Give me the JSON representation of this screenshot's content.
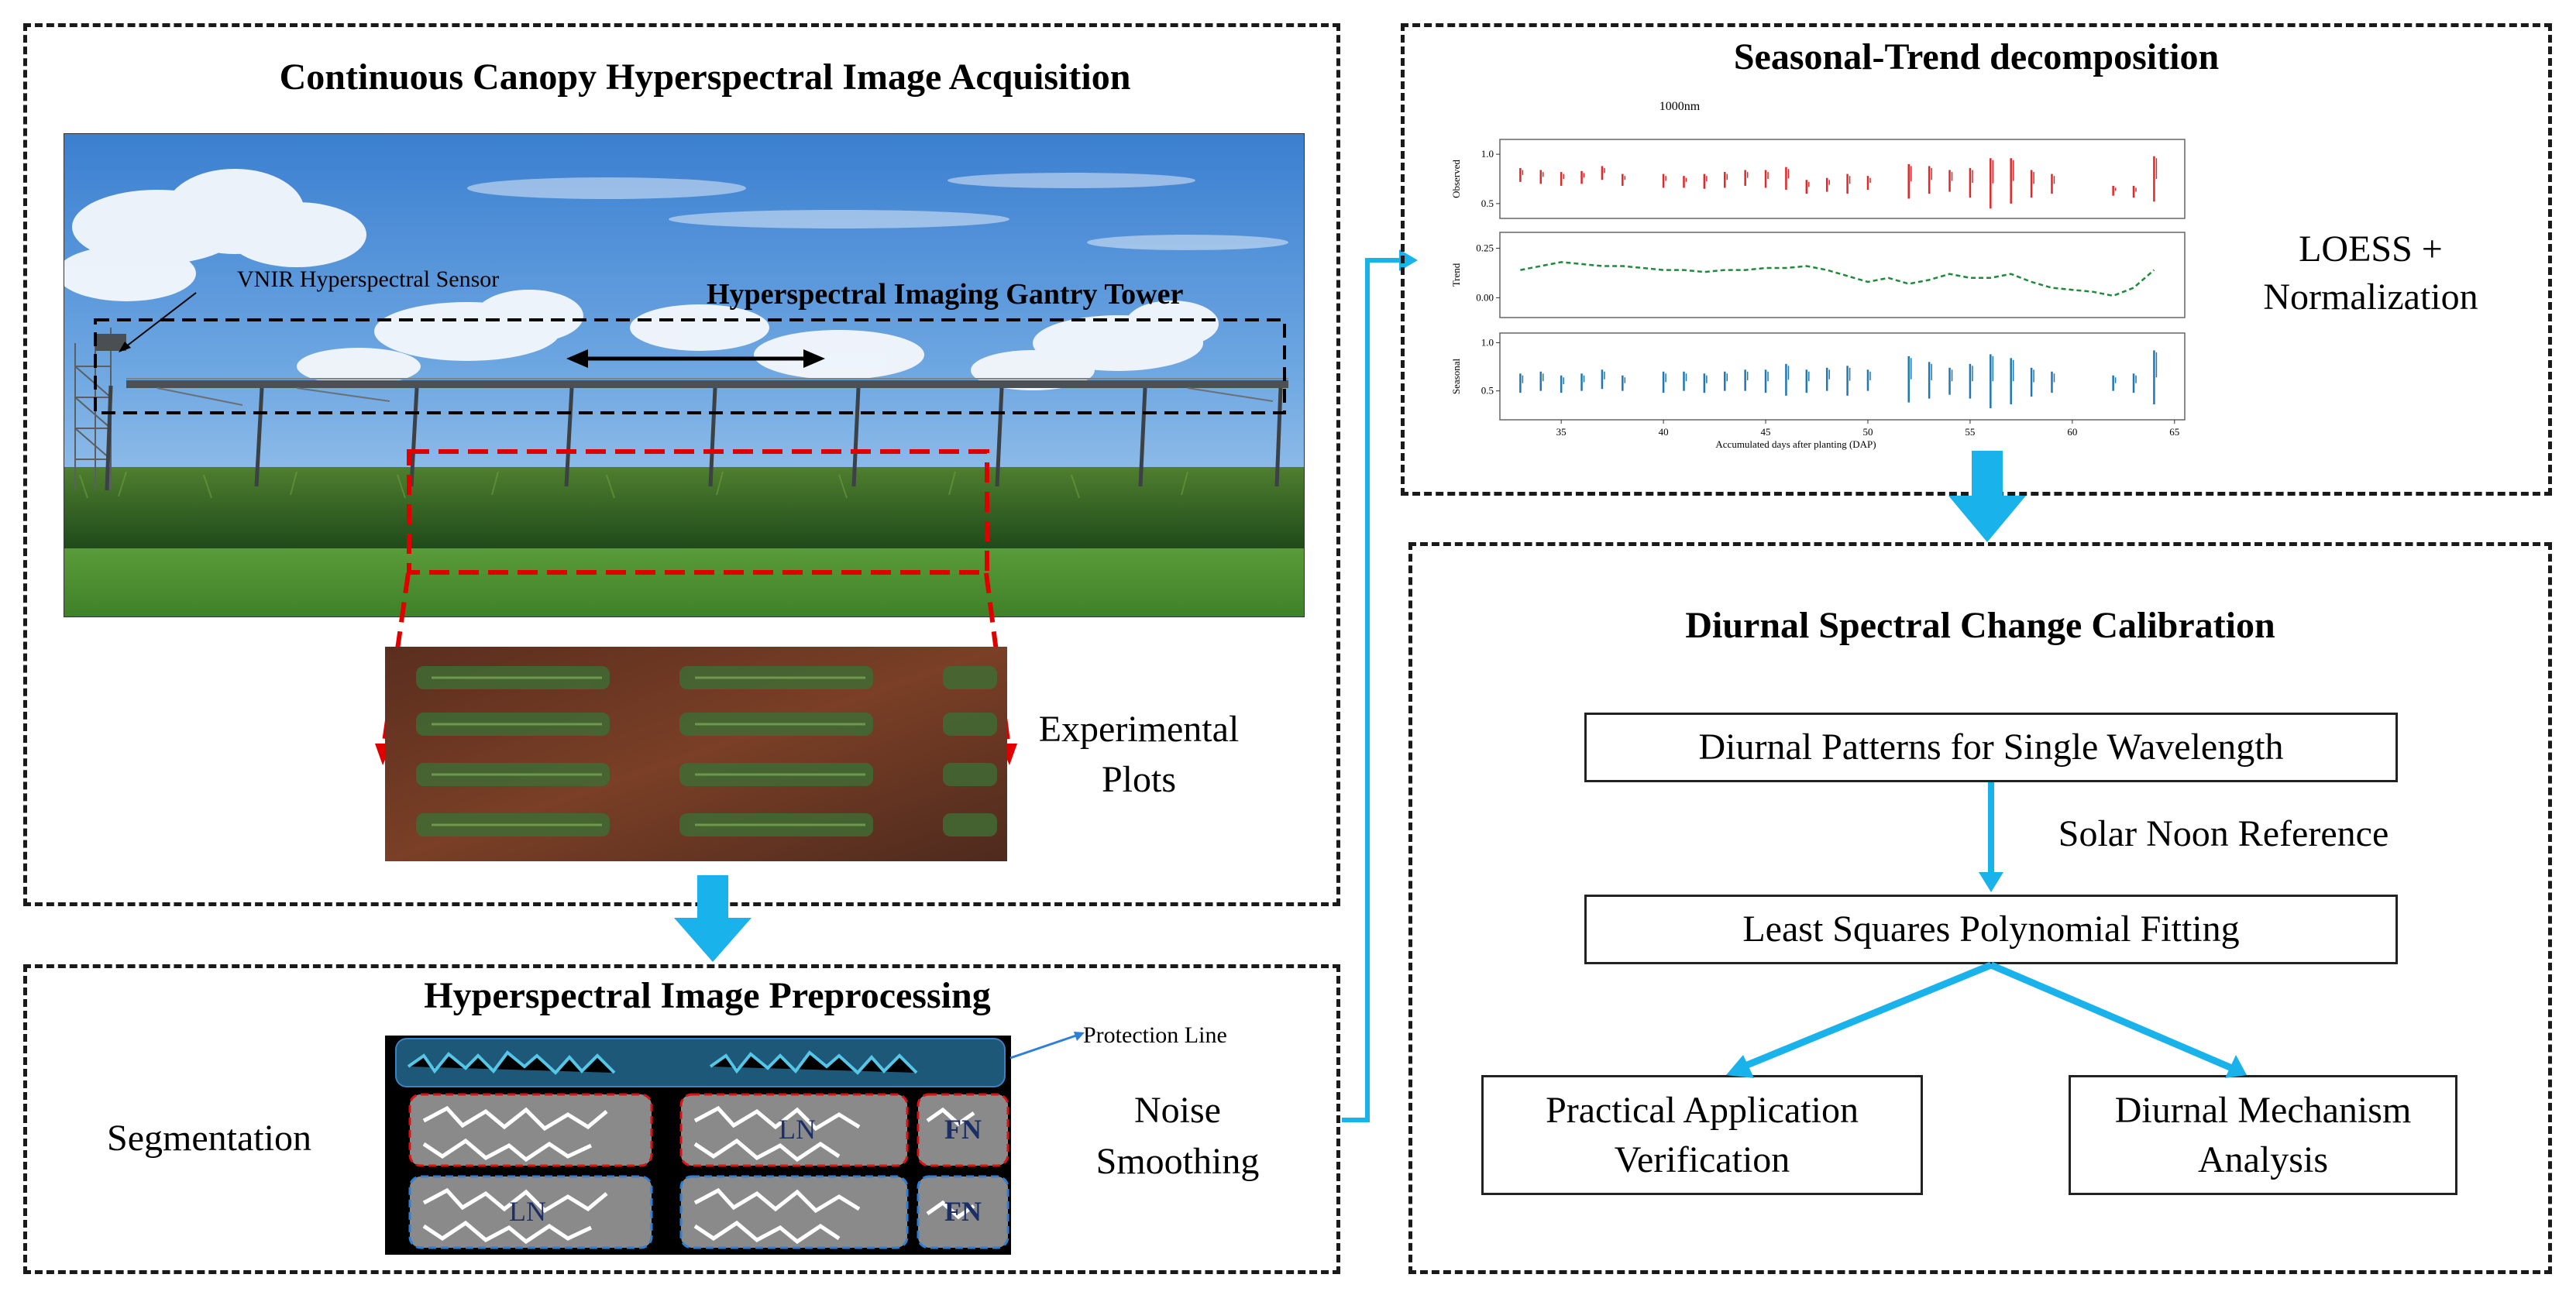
{
  "panels": {
    "acquisition": {
      "title": "Continuous Canopy Hyperspectral Image Acquisition",
      "sensor_label": "VNIR Hyperspectral Sensor",
      "gantry_label": "Hyperspectral Imaging Gantry Tower",
      "plots_label_line1": "Experimental",
      "plots_label_line2": "Plots"
    },
    "preprocessing": {
      "title": "Hyperspectral Image Preprocessing",
      "left_label": "Segmentation",
      "right_label_line1": "Noise",
      "right_label_line2": "Smoothing",
      "protection_label": "Protection Line",
      "fn_label": "FN",
      "ln_label": "LN"
    },
    "seasonal": {
      "title": "Seasonal-Trend decomposition",
      "side_label_line1": "LOESS +",
      "side_label_line2": "Normalization"
    },
    "diurnal": {
      "title": "Diurnal Spectral Change Calibration",
      "box1": "Diurnal Patterns for Single Wavelength",
      "arrow_label": "Solar Noon Reference",
      "box2": "Least Squares Polynomial Fitting",
      "box3_line1": "Practical Application",
      "box3_line2": "Verification",
      "box4_line1": "Diurnal Mechanism",
      "box4_line2": "Analysis"
    }
  },
  "colors": {
    "arrow": "#19b2ea",
    "observed": "#e0282a",
    "trend": "#1f8a3a",
    "seasonal": "#1f77b4",
    "red_dash": "#e00000",
    "protection": "#2e7fd6"
  },
  "chart_data": {
    "type": "line",
    "title": "1000nm",
    "xlabel": "Accumulated days after planting (DAP)",
    "xlim": [
      32,
      65.5
    ],
    "xticks": [
      35,
      40,
      45,
      50,
      55,
      60,
      65
    ],
    "days": [
      33,
      34,
      35,
      36,
      37,
      38,
      40,
      41,
      42,
      43,
      44,
      45,
      46,
      47,
      48,
      49,
      50,
      52,
      53,
      54,
      55,
      56,
      57,
      58,
      59,
      62,
      63,
      64
    ],
    "subplots": [
      {
        "ylabel": "Observed",
        "yticks": [
          0.5,
          1.0
        ],
        "ylim": [
          0.35,
          1.15
        ],
        "color_key": "observed",
        "ranges": [
          [
            0.72,
            0.86
          ],
          [
            0.7,
            0.84
          ],
          [
            0.68,
            0.82
          ],
          [
            0.7,
            0.83
          ],
          [
            0.74,
            0.88
          ],
          [
            0.68,
            0.8
          ],
          [
            0.66,
            0.8
          ],
          [
            0.66,
            0.78
          ],
          [
            0.65,
            0.8
          ],
          [
            0.66,
            0.82
          ],
          [
            0.68,
            0.84
          ],
          [
            0.66,
            0.84
          ],
          [
            0.64,
            0.87
          ],
          [
            0.6,
            0.74
          ],
          [
            0.62,
            0.76
          ],
          [
            0.6,
            0.8
          ],
          [
            0.64,
            0.78
          ],
          [
            0.55,
            0.9
          ],
          [
            0.6,
            0.88
          ],
          [
            0.62,
            0.84
          ],
          [
            0.56,
            0.86
          ],
          [
            0.45,
            0.96
          ],
          [
            0.5,
            0.96
          ],
          [
            0.56,
            0.84
          ],
          [
            0.6,
            0.8
          ],
          [
            0.58,
            0.68
          ],
          [
            0.56,
            0.68
          ],
          [
            0.52,
            0.98
          ]
        ]
      },
      {
        "ylabel": "Trend",
        "yticks": [
          0.0,
          0.25
        ],
        "ylim": [
          -0.1,
          0.33
        ],
        "color_key": "trend",
        "x": [
          33,
          34,
          35,
          36,
          37,
          38,
          39,
          40,
          41,
          42,
          43,
          44,
          45,
          46,
          47,
          48,
          49,
          50,
          51,
          52,
          53,
          54,
          55,
          56,
          57,
          58,
          59,
          60,
          61,
          62,
          63,
          64
        ],
        "values": [
          0.14,
          0.16,
          0.18,
          0.17,
          0.16,
          0.16,
          0.15,
          0.14,
          0.14,
          0.13,
          0.14,
          0.14,
          0.15,
          0.15,
          0.16,
          0.14,
          0.11,
          0.08,
          0.1,
          0.07,
          0.09,
          0.12,
          0.1,
          0.1,
          0.12,
          0.08,
          0.05,
          0.04,
          0.03,
          0.01,
          0.05,
          0.14
        ]
      },
      {
        "ylabel": "Seasonal",
        "yticks": [
          0.5,
          1.0
        ],
        "ylim": [
          0.2,
          1.1
        ],
        "color_key": "seasonal",
        "ranges": [
          [
            0.48,
            0.68
          ],
          [
            0.5,
            0.7
          ],
          [
            0.48,
            0.66
          ],
          [
            0.5,
            0.68
          ],
          [
            0.52,
            0.72
          ],
          [
            0.5,
            0.66
          ],
          [
            0.48,
            0.7
          ],
          [
            0.5,
            0.7
          ],
          [
            0.48,
            0.68
          ],
          [
            0.5,
            0.7
          ],
          [
            0.5,
            0.72
          ],
          [
            0.48,
            0.72
          ],
          [
            0.45,
            0.78
          ],
          [
            0.48,
            0.72
          ],
          [
            0.5,
            0.74
          ],
          [
            0.45,
            0.76
          ],
          [
            0.5,
            0.72
          ],
          [
            0.38,
            0.86
          ],
          [
            0.42,
            0.8
          ],
          [
            0.46,
            0.74
          ],
          [
            0.42,
            0.78
          ],
          [
            0.32,
            0.88
          ],
          [
            0.36,
            0.84
          ],
          [
            0.44,
            0.74
          ],
          [
            0.48,
            0.7
          ],
          [
            0.5,
            0.66
          ],
          [
            0.48,
            0.68
          ],
          [
            0.36,
            0.92
          ]
        ]
      }
    ]
  }
}
